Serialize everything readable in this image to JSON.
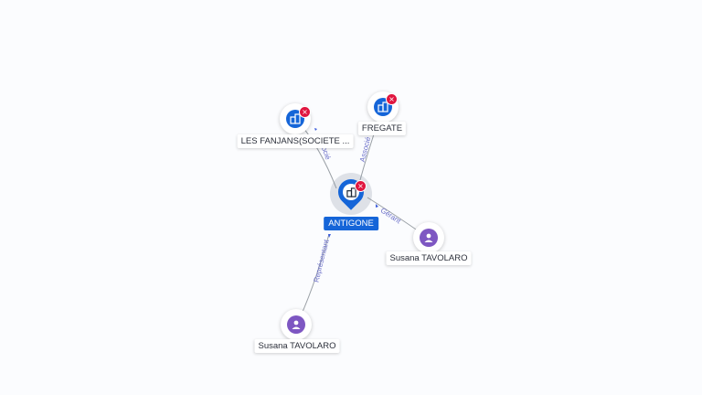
{
  "nodes": {
    "antigone": {
      "label": "ANTIGONE"
    },
    "fanjans": {
      "label": "LES FANJANS(SOCIETE ..."
    },
    "fregate": {
      "label": "FREGATE"
    },
    "tavolaro_right": {
      "label": "Susana TAVOLARO"
    },
    "tavolaro_bottom": {
      "label": "Susana TAVOLARO"
    }
  },
  "edges": {
    "fanjans": {
      "label": "Associé"
    },
    "fregate": {
      "label": "Associé"
    },
    "tavolaro_right": {
      "label": "Gérant"
    },
    "tavolaro_bottom": {
      "label": "Représentant"
    }
  },
  "colors": {
    "company": "#1565d8",
    "person": "#7e57c2",
    "remove_badge": "#e0163f",
    "edge_label": "#6b6fc9"
  },
  "icons": {
    "company": "building-icon",
    "person": "person-icon",
    "remove": "close-icon"
  }
}
